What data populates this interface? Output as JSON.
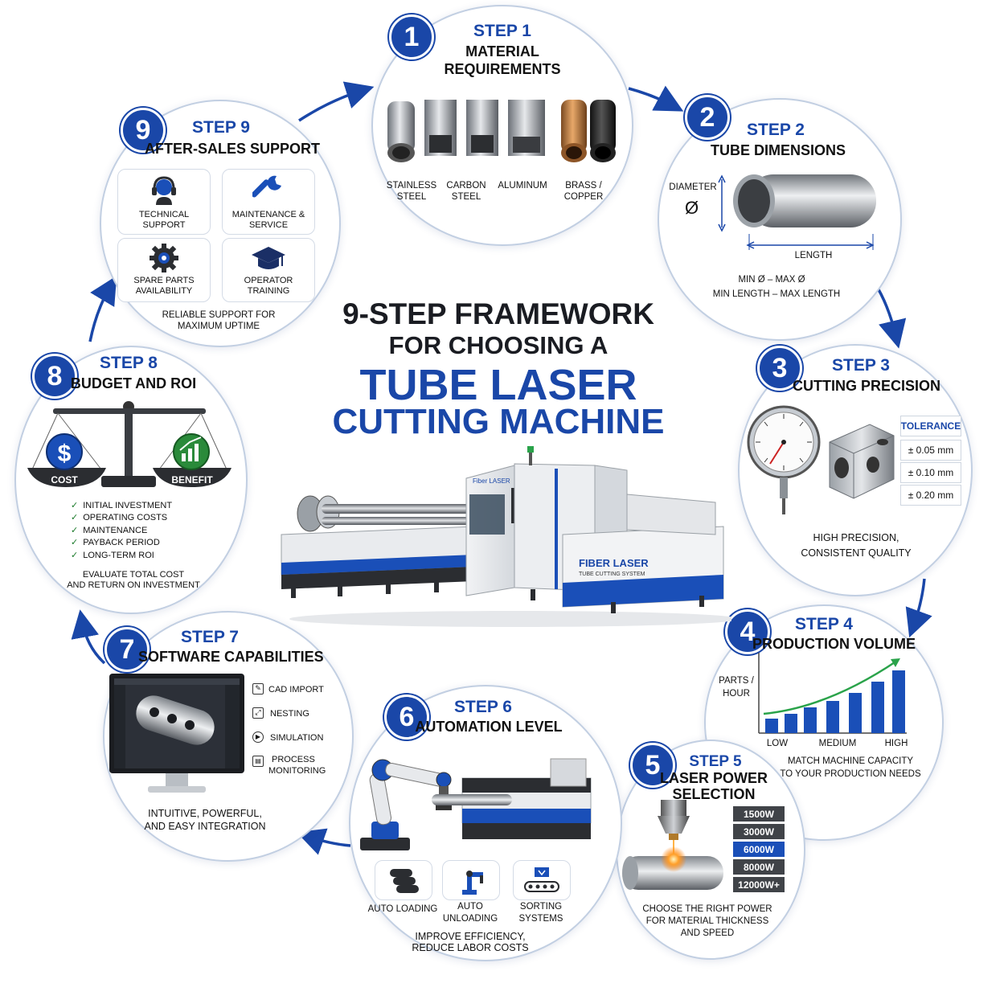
{
  "center_title": {
    "line1": "9-STEP FRAMEWORK",
    "line2": "FOR CHOOSING A",
    "line3": "TUBE LASER",
    "line4": "CUTTING MACHINE"
  },
  "machine": {
    "brand": "Fiber LASER",
    "side_label": "FIBER LASER",
    "side_sub": "TUBE CUTTING SYSTEM"
  },
  "steps": {
    "s1": {
      "num": "1",
      "label": "STEP 1",
      "title_l1": "MATERIAL",
      "title_l2": "REQUIREMENTS",
      "materials": [
        {
          "l1": "STAINLESS",
          "l2": "STEEL"
        },
        {
          "l1": "CARBON",
          "l2": "STEEL"
        },
        {
          "l1": "ALUMINUM",
          "l2": ""
        },
        {
          "l1": "BRASS /",
          "l2": "COPPER"
        }
      ]
    },
    "s2": {
      "num": "2",
      "label": "STEP 2",
      "title": "TUBE DIMENSIONS",
      "diameter": "DIAMETER",
      "diameter_symbol": "Ø",
      "length": "LENGTH",
      "range1": "MIN Ø – MAX Ø",
      "range2": "MIN LENGTH – MAX LENGTH"
    },
    "s3": {
      "num": "3",
      "label": "STEP 3",
      "title": "CUTTING PRECISION",
      "tolerance_header": "TOLERANCE",
      "tolerances": [
        "± 0.05 mm",
        "± 0.10 mm",
        "± 0.20 mm"
      ],
      "cap1": "HIGH PRECISION,",
      "cap2": "CONSISTENT QUALITY"
    },
    "s4": {
      "num": "4",
      "label": "STEP 4",
      "title": "PRODUCTION VOLUME",
      "ylabel1": "PARTS /",
      "ylabel2": "HOUR",
      "xlabels": [
        "LOW",
        "MEDIUM",
        "HIGH"
      ],
      "cap1": "MATCH MACHINE CAPACITY",
      "cap2": "TO YOUR PRODUCTION NEEDS"
    },
    "s5": {
      "num": "5",
      "label": "STEP 5",
      "title_l1": "LASER POWER",
      "title_l2": "SELECTION",
      "powers": [
        "1500W",
        "3000W",
        "6000W",
        "8000W",
        "12000W+"
      ],
      "selected_power": "6000W",
      "cap1": "CHOOSE THE RIGHT POWER",
      "cap2": "FOR MATERIAL THICKNESS",
      "cap3": "AND SPEED"
    },
    "s6": {
      "num": "6",
      "label": "STEP 6",
      "title": "AUTOMATION LEVEL",
      "items": [
        {
          "l1": "AUTO LOADING",
          "l2": ""
        },
        {
          "l1": "AUTO",
          "l2": "UNLOADING"
        },
        {
          "l1": "SORTING",
          "l2": "SYSTEMS"
        }
      ],
      "cap1": "IMPROVE EFFICIENCY,",
      "cap2": "REDUCE LABOR COSTS"
    },
    "s7": {
      "num": "7",
      "label": "STEP 7",
      "title": "SOFTWARE CAPABILITIES",
      "features": [
        {
          "l1": "CAD IMPORT",
          "l2": ""
        },
        {
          "l1": "NESTING",
          "l2": ""
        },
        {
          "l1": "SIMULATION",
          "l2": ""
        },
        {
          "l1": "PROCESS",
          "l2": "MONITORING"
        }
      ],
      "cap1": "INTUITIVE, POWERFUL,",
      "cap2": "AND EASY INTEGRATION"
    },
    "s8": {
      "num": "8",
      "label": "STEP 8",
      "title": "BUDGET AND ROI",
      "cost": "COST",
      "benefit": "BENEFIT",
      "items": [
        "INITIAL INVESTMENT",
        "OPERATING COSTS",
        "MAINTENANCE",
        "PAYBACK PERIOD",
        "LONG-TERM ROI"
      ],
      "cap1": "EVALUATE TOTAL COST",
      "cap2": "AND RETURN ON INVESTMENT"
    },
    "s9": {
      "num": "9",
      "label": "STEP 9",
      "title": "AFTER-SALES SUPPORT",
      "tiles": [
        {
          "l1": "TECHNICAL",
          "l2": "SUPPORT"
        },
        {
          "l1": "MAINTENANCE &",
          "l2": "SERVICE"
        },
        {
          "l1": "SPARE PARTS",
          "l2": "AVAILABILITY"
        },
        {
          "l1": "OPERATOR",
          "l2": "TRAINING"
        }
      ],
      "cap1": "RELIABLE SUPPORT FOR",
      "cap2": "MAXIMUM UPTIME"
    }
  },
  "colors": {
    "accent": "#1a47a8",
    "check": "#1a7a2a",
    "dark": "#404348"
  }
}
